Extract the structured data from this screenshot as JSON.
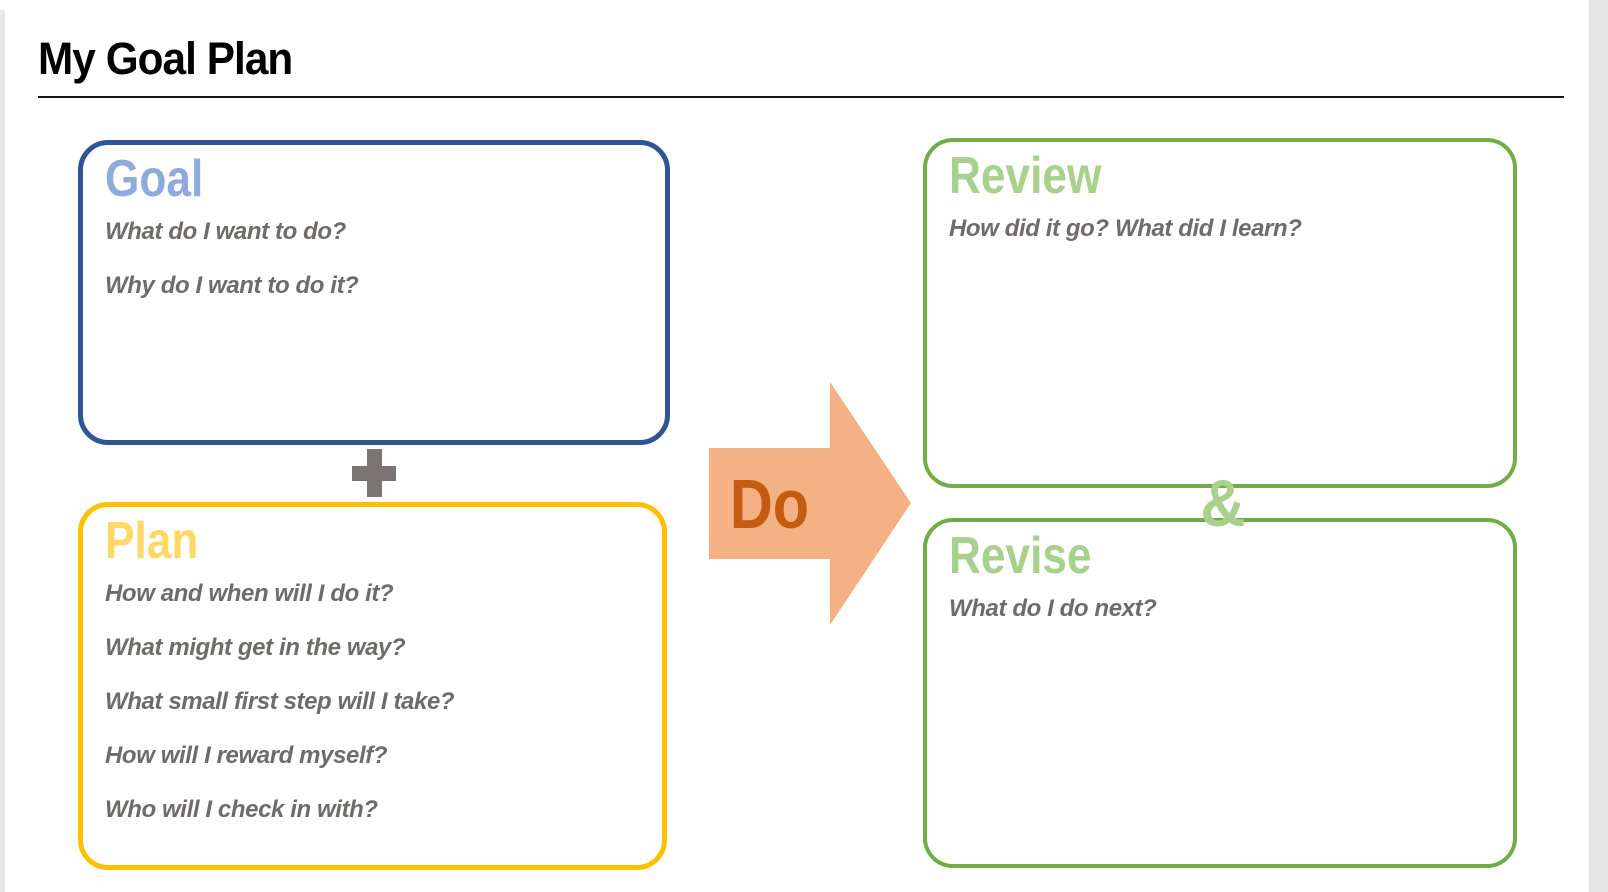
{
  "title": "My Goal Plan",
  "boxes": {
    "goal": {
      "heading": "Goal",
      "prompts": [
        "What do I want to do?",
        "Why do I want to do it?"
      ],
      "border_color": "#2f5597",
      "heading_color": "#8faadc"
    },
    "plan": {
      "heading": "Plan",
      "prompts": [
        "How and when will I do it?",
        "What might get in the way?",
        "What small first step will I take?",
        "How will I reward myself?",
        "Who will I check in with?"
      ],
      "border_color": "#ffc000",
      "heading_color": "#ffd966"
    },
    "review": {
      "heading": "Review",
      "prompts": [
        "How did it go? What did I learn?"
      ],
      "border_color": "#70ad47",
      "heading_color": "#a9d18e"
    },
    "revise": {
      "heading": "Revise",
      "prompts": [
        "What do I do next?"
      ],
      "border_color": "#70ad47",
      "heading_color": "#a9d18e"
    }
  },
  "connectors": {
    "plus_icon": "plus",
    "do_label": "Do",
    "ampersand": "&",
    "arrow_fill": "#f4b183",
    "do_color": "#c55a11",
    "plus_color": "#7a7474",
    "ampersand_color": "#a9d18e"
  },
  "prompt_text_color": "#6f6b6b"
}
